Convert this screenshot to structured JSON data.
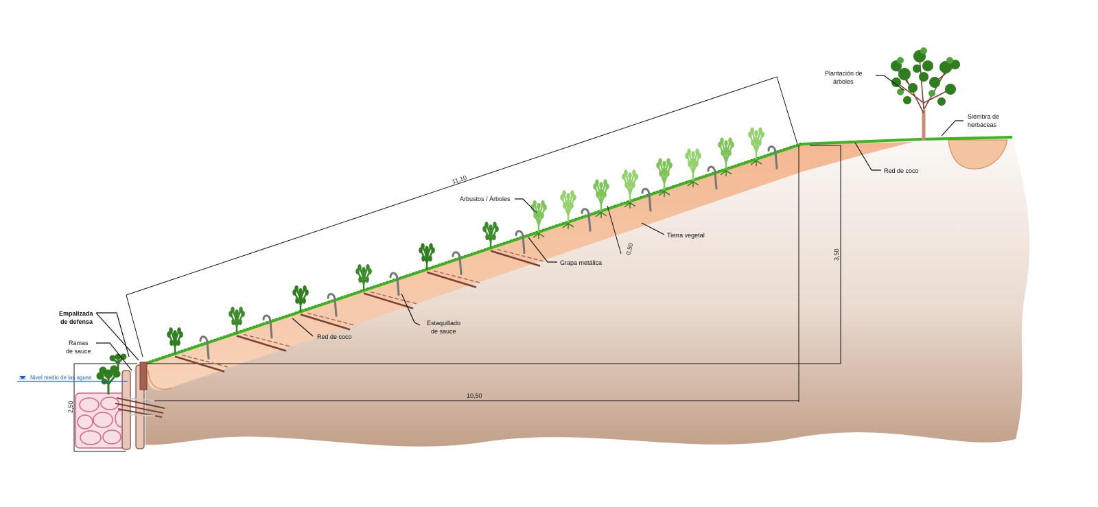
{
  "labels": {
    "empalizada_1": "Empalizada",
    "empalizada_2": "de defensa",
    "ramas_1": "Ramas",
    "ramas_2": "de sauce",
    "nivel_agua": "Nivel medio de las aguas",
    "red_coco_slope": "Red de coco",
    "estaquillado_1": "Estaquillado",
    "estaquillado_2": "de sauce",
    "grapa": "Grapa metálica",
    "arbustos": "Arbustos / Árboles",
    "tierra": "Tierra vegetal",
    "plantacion_1": "Plantación de",
    "plantacion_2": "árboles",
    "siembra_1": "Siembra de",
    "siembra_2": "herbáceas",
    "red_coco_top": "Red de coco"
  },
  "dimensions": {
    "slope_length": "11,10",
    "horizontal": "10,50",
    "height": "3,50",
    "soil_thickness": "0,50",
    "palisade_height": "2,50"
  },
  "colors": {
    "grass": "#3cb521",
    "soil_light": "#f6c9a6",
    "soil_dark": "#ecae85",
    "ground_top": "#f7f3ef",
    "ground_bottom": "#c9aa95",
    "plant_dark": "#2e7d1e",
    "plant_light": "#7fc45a",
    "stake": "#7a4032",
    "gabion": "#d9607f",
    "water_line": "#1a5fd6"
  },
  "icons": {
    "water_level": "water-level-triangle-icon"
  }
}
